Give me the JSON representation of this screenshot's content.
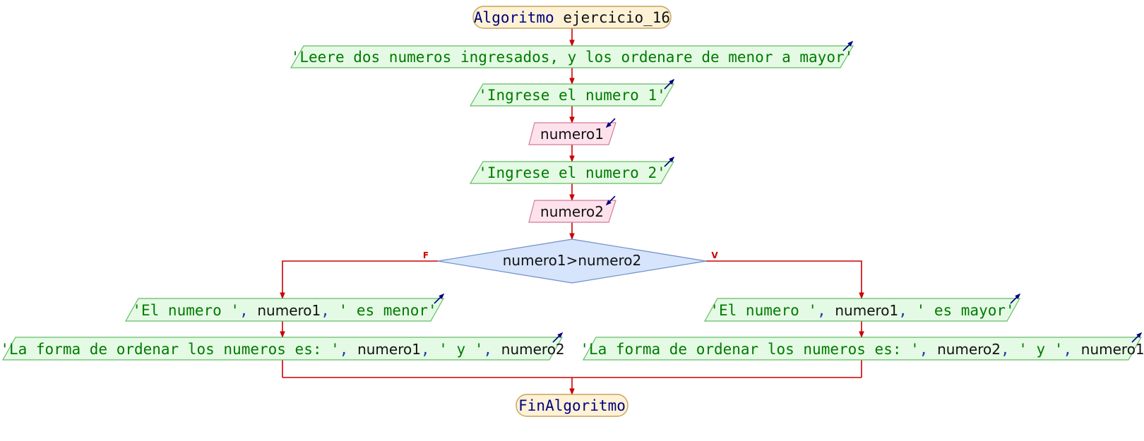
{
  "colors": {
    "flow_line": "#cc0000",
    "terminal_fill": "#fdf2d6",
    "terminal_stroke": "#c9a25a",
    "output_fill": "#e4fae4",
    "output_stroke": "#66bb66",
    "input_fill": "#fde2ec",
    "input_stroke": "#d27a98",
    "decision_fill": "#d6e4fc",
    "decision_stroke": "#6f8fc8",
    "io_arrow": "#000080"
  },
  "start": {
    "keyword": "Algoritmo",
    "name": "ejercicio_16"
  },
  "steps": {
    "out_intro": {
      "str": "'Leere dos numeros ingresados, y los ordenare de menor a mayor'"
    },
    "out_prompt1": {
      "str": "'Ingrese el numero 1'"
    },
    "in_numero1": {
      "var": "numero1"
    },
    "out_prompt2": {
      "str": "'Ingrese el numero 2'"
    },
    "in_numero2": {
      "var": "numero2"
    }
  },
  "decision": {
    "condition": "numero1>numero2",
    "false_label": "F",
    "true_label": "V"
  },
  "false_branch": {
    "line1": {
      "s1": "'El numero '",
      "sep1": ", ",
      "v1": "numero1",
      "sep2": ", ",
      "s2": "' es menor'"
    },
    "line2": {
      "s1": "'La forma de ordenar los numeros es: '",
      "sep1": ", ",
      "v1": "numero1",
      "sep2": ", ",
      "s2": "' y '",
      "sep3": ", ",
      "v2": "numero2"
    }
  },
  "true_branch": {
    "line1": {
      "s1": "'El numero '",
      "sep1": ", ",
      "v1": "numero1",
      "sep2": ", ",
      "s2": "' es mayor'"
    },
    "line2": {
      "s1": "'La forma de ordenar los numeros es: '",
      "sep1": ", ",
      "v1": "numero2",
      "sep2": ", ",
      "s2": "' y '",
      "sep3": ", ",
      "v2": "numero1"
    }
  },
  "end": {
    "keyword": "FinAlgoritmo"
  }
}
